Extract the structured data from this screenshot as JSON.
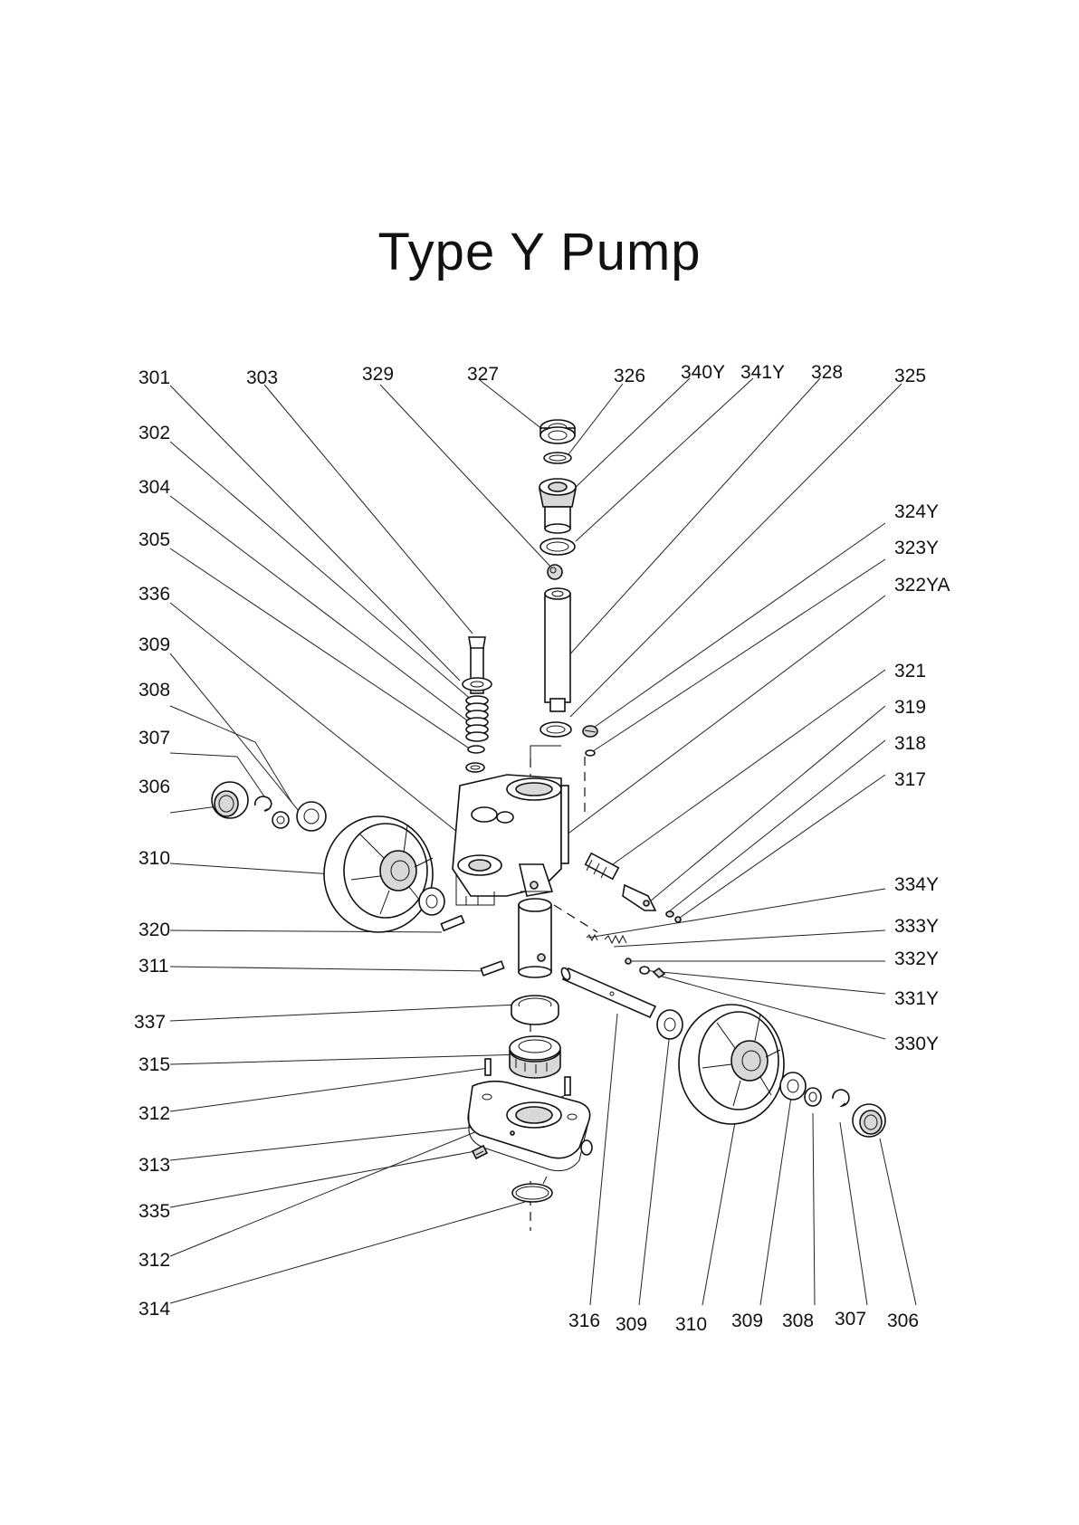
{
  "title": "Type Y Pump",
  "callouts": [
    {
      "id": "c301",
      "text": "301"
    },
    {
      "id": "c303",
      "text": "303"
    },
    {
      "id": "c329",
      "text": "329"
    },
    {
      "id": "c327",
      "text": "327"
    },
    {
      "id": "c326",
      "text": "326"
    },
    {
      "id": "c340y",
      "text": "340Y"
    },
    {
      "id": "c341y",
      "text": "341Y"
    },
    {
      "id": "c328",
      "text": "328"
    },
    {
      "id": "c325",
      "text": "325"
    },
    {
      "id": "c302",
      "text": "302"
    },
    {
      "id": "c304",
      "text": "304"
    },
    {
      "id": "c305",
      "text": "305"
    },
    {
      "id": "c336",
      "text": "336"
    },
    {
      "id": "c309l",
      "text": "309"
    },
    {
      "id": "c308l",
      "text": "308"
    },
    {
      "id": "c307l",
      "text": "307"
    },
    {
      "id": "c306l",
      "text": "306"
    },
    {
      "id": "c310l",
      "text": "310"
    },
    {
      "id": "c320",
      "text": "320"
    },
    {
      "id": "c311",
      "text": "311"
    },
    {
      "id": "c337",
      "text": "337"
    },
    {
      "id": "c315",
      "text": "315"
    },
    {
      "id": "c312a",
      "text": "312"
    },
    {
      "id": "c313",
      "text": "313"
    },
    {
      "id": "c335",
      "text": "335"
    },
    {
      "id": "c312b",
      "text": "312"
    },
    {
      "id": "c314",
      "text": "314"
    },
    {
      "id": "c324y",
      "text": "324Y"
    },
    {
      "id": "c323y",
      "text": "323Y"
    },
    {
      "id": "c322ya",
      "text": "322YA"
    },
    {
      "id": "c321",
      "text": "321"
    },
    {
      "id": "c319",
      "text": "319"
    },
    {
      "id": "c318",
      "text": "318"
    },
    {
      "id": "c317",
      "text": "317"
    },
    {
      "id": "c334y",
      "text": "334Y"
    },
    {
      "id": "c333y",
      "text": "333Y"
    },
    {
      "id": "c332y",
      "text": "332Y"
    },
    {
      "id": "c331y",
      "text": "331Y"
    },
    {
      "id": "c330y",
      "text": "330Y"
    },
    {
      "id": "c316",
      "text": "316"
    },
    {
      "id": "c309b",
      "text": "309"
    },
    {
      "id": "c310b",
      "text": "310"
    },
    {
      "id": "c309c",
      "text": "309"
    },
    {
      "id": "c308b",
      "text": "308"
    },
    {
      "id": "c307b",
      "text": "307"
    },
    {
      "id": "c306b",
      "text": "306"
    }
  ]
}
